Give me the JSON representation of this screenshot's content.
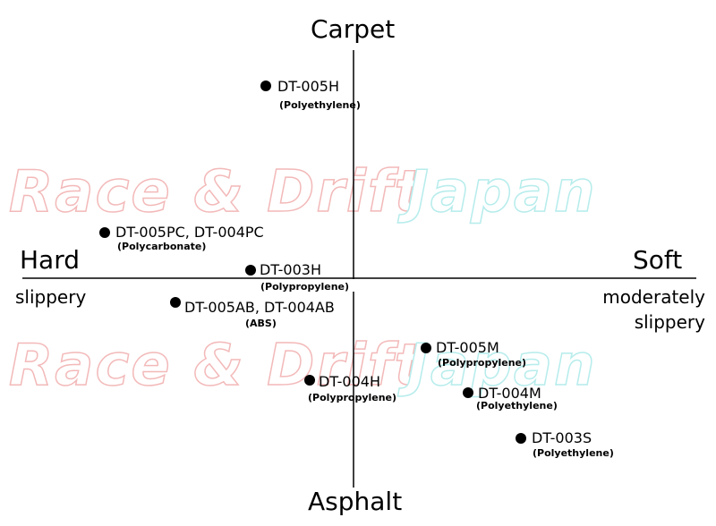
{
  "watermark": {
    "line1_left": "Race & Drift",
    "line1_right": "Japan",
    "line2_left": "Race & Drift",
    "line2_right": "Japan"
  },
  "axes": {
    "top": "Carpet",
    "bottom": "Asphalt",
    "left": "Hard",
    "left_sub": "slippery",
    "right": "Soft",
    "right_sub": "moderately slippery"
  },
  "products": [
    {
      "name": "DT-005H",
      "material": "(Polyethylene)"
    },
    {
      "name": "DT-005PC, DT-004PC",
      "material": "(Polycarbonate)"
    },
    {
      "name": "DT-003H",
      "material": "(Polypropylene)"
    },
    {
      "name": "DT-005AB, DT-004AB",
      "material": "(ABS)"
    },
    {
      "name": "DT-005M",
      "material": "(Polypropylene)"
    },
    {
      "name": "DT-004H",
      "material": "(Polypropylene)"
    },
    {
      "name": "DT-004M",
      "material": "(Polyethylene)"
    },
    {
      "name": "DT-003S",
      "material": "(Polyethylene)"
    }
  ]
}
